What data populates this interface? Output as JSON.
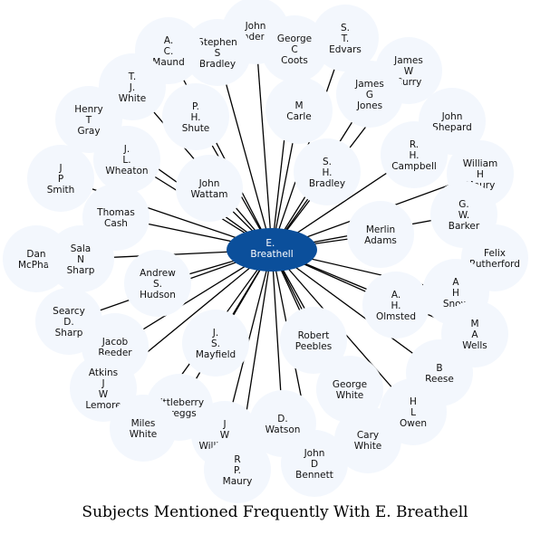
{
  "title": "Subjects Mentioned Frequently With E. Breathell",
  "colors": {
    "center_fill": "#0b4f9b",
    "node_fill": "#f3f7fd",
    "edge": "#000000"
  },
  "center": {
    "lines": [
      "E.",
      "Breathell"
    ]
  },
  "nodes": [
    {
      "lines": [
        "John",
        "Henderson"
      ]
    },
    {
      "lines": [
        "S.",
        "T.",
        "Edvars"
      ]
    },
    {
      "lines": [
        "Stephen",
        "S",
        "Bradley"
      ]
    },
    {
      "lines": [
        "A.",
        "C.",
        "Maund"
      ]
    },
    {
      "lines": [
        "George",
        "C",
        "Coots"
      ]
    },
    {
      "lines": [
        "James",
        "W",
        "Curry"
      ]
    },
    {
      "lines": [
        "T.",
        "J.",
        "White"
      ]
    },
    {
      "lines": [
        "James",
        "G",
        "Jones"
      ]
    },
    {
      "lines": [
        "Henry",
        "T",
        "Gray"
      ]
    },
    {
      "lines": [
        "P.",
        "H.",
        "Shute"
      ]
    },
    {
      "lines": [
        "M",
        "Carle"
      ]
    },
    {
      "lines": [
        "John",
        "Shepard"
      ]
    },
    {
      "lines": [
        "J.",
        "L.",
        "Wheaton"
      ]
    },
    {
      "lines": [
        "R.",
        "H.",
        "Campbell"
      ]
    },
    {
      "lines": [
        "S.",
        "H.",
        "Bradley"
      ]
    },
    {
      "lines": [
        "William",
        "H",
        "Maury"
      ]
    },
    {
      "lines": [
        "J",
        "P",
        "Smith"
      ]
    },
    {
      "lines": [
        "John",
        "Wattam"
      ]
    },
    {
      "lines": [
        "Thomas",
        "Cash"
      ]
    },
    {
      "lines": [
        "G.",
        "W.",
        "Barker"
      ]
    },
    {
      "lines": [
        "Merlin",
        "Adams"
      ]
    },
    {
      "lines": [
        "Dan",
        "McPhail"
      ]
    },
    {
      "lines": [
        "Sala",
        "N",
        "Sharp"
      ]
    },
    {
      "lines": [
        "Felix",
        "Rutherford"
      ]
    },
    {
      "lines": [
        "Andrew",
        "S.",
        "Hudson"
      ]
    },
    {
      "lines": [
        "A",
        "H",
        "Snow"
      ]
    },
    {
      "lines": [
        "A.",
        "H.",
        "Olmsted"
      ]
    },
    {
      "lines": [
        "Searcy",
        "D.",
        "Sharp"
      ]
    },
    {
      "lines": [
        "M",
        "A",
        "Wells"
      ]
    },
    {
      "lines": [
        "J.",
        "S.",
        "Mayfield"
      ]
    },
    {
      "lines": [
        "Robert",
        "Peebles"
      ]
    },
    {
      "lines": [
        "Jacob",
        "Reeder"
      ]
    },
    {
      "lines": [
        "B",
        "Reese"
      ]
    },
    {
      "lines": [
        "Atkins",
        "J",
        "W",
        "Lemore"
      ]
    },
    {
      "lines": [
        "George",
        "White"
      ]
    },
    {
      "lines": [
        "H",
        "L",
        "Owen"
      ]
    },
    {
      "lines": [
        "Littleberry",
        "Greggs"
      ]
    },
    {
      "lines": [
        "Miles",
        "White"
      ]
    },
    {
      "lines": [
        "D.",
        "Watson"
      ]
    },
    {
      "lines": [
        "J",
        "W",
        "Williamson"
      ]
    },
    {
      "lines": [
        "Cary",
        "White"
      ]
    },
    {
      "lines": [
        "John",
        "D",
        "Bennett"
      ]
    },
    {
      "lines": [
        "R",
        "P.",
        "Maury"
      ]
    }
  ]
}
